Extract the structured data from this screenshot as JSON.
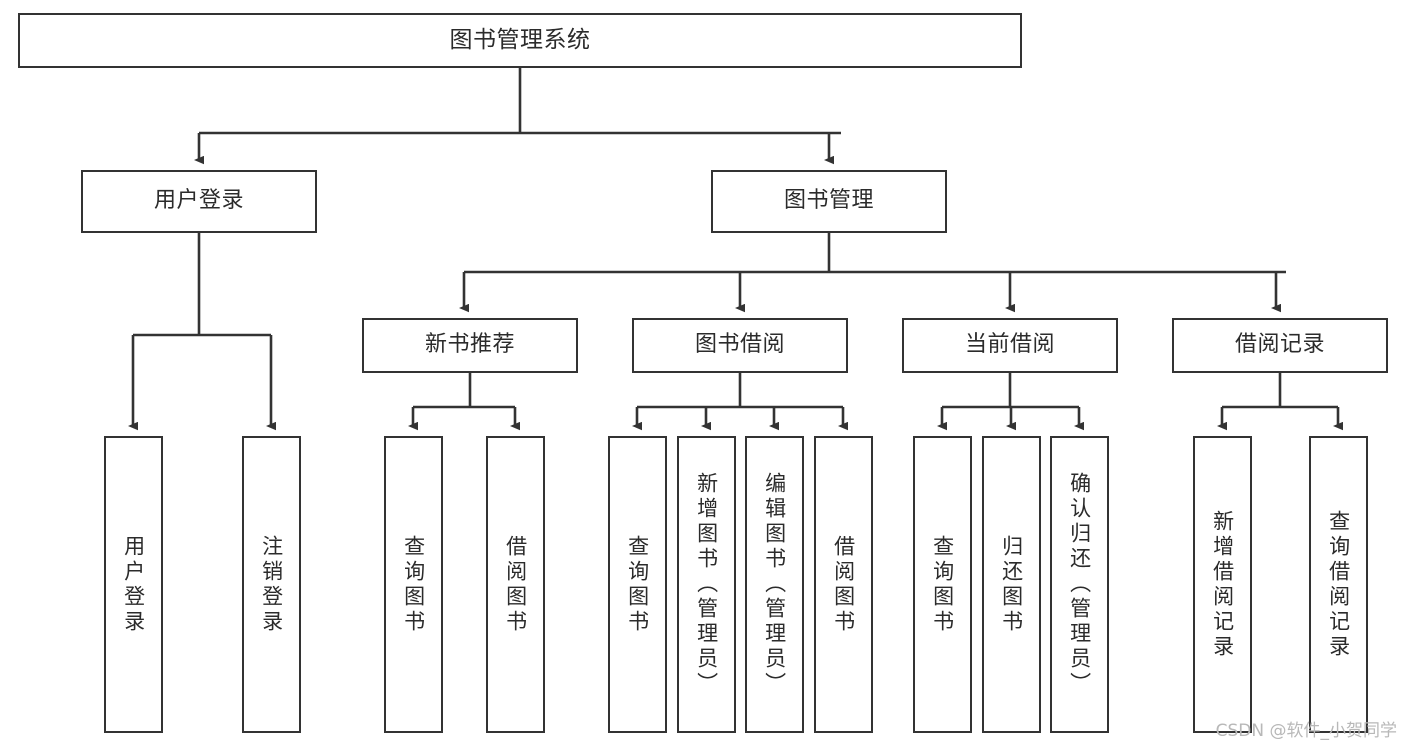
{
  "diagram": {
    "type": "tree",
    "title": "图书管理系统",
    "orientation": "top-down",
    "colors": {
      "box_border": "#333333",
      "box_fill": "#ffffff",
      "edge": "#333333",
      "text": "#2b2b2b",
      "watermark": "#b8b8b8"
    },
    "nodes": {
      "root": {
        "label": "图书管理系统",
        "level": 0,
        "text_direction": "horizontal"
      },
      "user_login": {
        "label": "用户登录",
        "level": 1,
        "text_direction": "horizontal"
      },
      "book_manage": {
        "label": "图书管理",
        "level": 1,
        "text_direction": "horizontal"
      },
      "new_book_rec": {
        "label": "新书推荐",
        "level": 2,
        "text_direction": "horizontal"
      },
      "book_borrow": {
        "label": "图书借阅",
        "level": 2,
        "text_direction": "horizontal"
      },
      "current_borrow": {
        "label": "当前借阅",
        "level": 2,
        "text_direction": "horizontal"
      },
      "borrow_record": {
        "label": "借阅记录",
        "level": 2,
        "text_direction": "horizontal"
      },
      "leaf_user_login": {
        "label": "用户登录",
        "level": 3,
        "text_direction": "vertical"
      },
      "leaf_logout": {
        "label": "注销登录",
        "level": 3,
        "text_direction": "vertical"
      },
      "leaf_query_book_1": {
        "label": "查询图书",
        "level": 3,
        "text_direction": "vertical"
      },
      "leaf_borrow_book_1": {
        "label": "借阅图书",
        "level": 3,
        "text_direction": "vertical"
      },
      "leaf_query_book_2": {
        "label": "查询图书",
        "level": 3,
        "text_direction": "vertical"
      },
      "leaf_add_book": {
        "label": "新增图书（管理员）",
        "level": 3,
        "text_direction": "vertical"
      },
      "leaf_edit_book": {
        "label": "编辑图书（管理员）",
        "level": 3,
        "text_direction": "vertical"
      },
      "leaf_borrow_book_2": {
        "label": "借阅图书",
        "level": 3,
        "text_direction": "vertical"
      },
      "leaf_query_book_3": {
        "label": "查询图书",
        "level": 3,
        "text_direction": "vertical"
      },
      "leaf_return_book": {
        "label": "归还图书",
        "level": 3,
        "text_direction": "vertical"
      },
      "leaf_confirm_return": {
        "label": "确认归还（管理员）",
        "level": 3,
        "text_direction": "vertical"
      },
      "leaf_add_record": {
        "label": "新增借阅记录",
        "level": 3,
        "text_direction": "vertical"
      },
      "leaf_query_record": {
        "label": "查询借阅记录",
        "level": 3,
        "text_direction": "vertical"
      }
    },
    "edges": [
      {
        "from": "root",
        "to": "user_login"
      },
      {
        "from": "root",
        "to": "book_manage"
      },
      {
        "from": "user_login",
        "to": "leaf_user_login"
      },
      {
        "from": "user_login",
        "to": "leaf_logout"
      },
      {
        "from": "book_manage",
        "to": "new_book_rec"
      },
      {
        "from": "book_manage",
        "to": "book_borrow"
      },
      {
        "from": "book_manage",
        "to": "current_borrow"
      },
      {
        "from": "book_manage",
        "to": "borrow_record"
      },
      {
        "from": "new_book_rec",
        "to": "leaf_query_book_1"
      },
      {
        "from": "new_book_rec",
        "to": "leaf_borrow_book_1"
      },
      {
        "from": "book_borrow",
        "to": "leaf_query_book_2"
      },
      {
        "from": "book_borrow",
        "to": "leaf_add_book"
      },
      {
        "from": "book_borrow",
        "to": "leaf_edit_book"
      },
      {
        "from": "book_borrow",
        "to": "leaf_borrow_book_2"
      },
      {
        "from": "current_borrow",
        "to": "leaf_query_book_3"
      },
      {
        "from": "current_borrow",
        "to": "leaf_return_book"
      },
      {
        "from": "current_borrow",
        "to": "leaf_confirm_return"
      },
      {
        "from": "borrow_record",
        "to": "leaf_add_record"
      },
      {
        "from": "borrow_record",
        "to": "leaf_query_record"
      }
    ]
  },
  "watermark": {
    "text": "CSDN @软件_小贺同学"
  }
}
